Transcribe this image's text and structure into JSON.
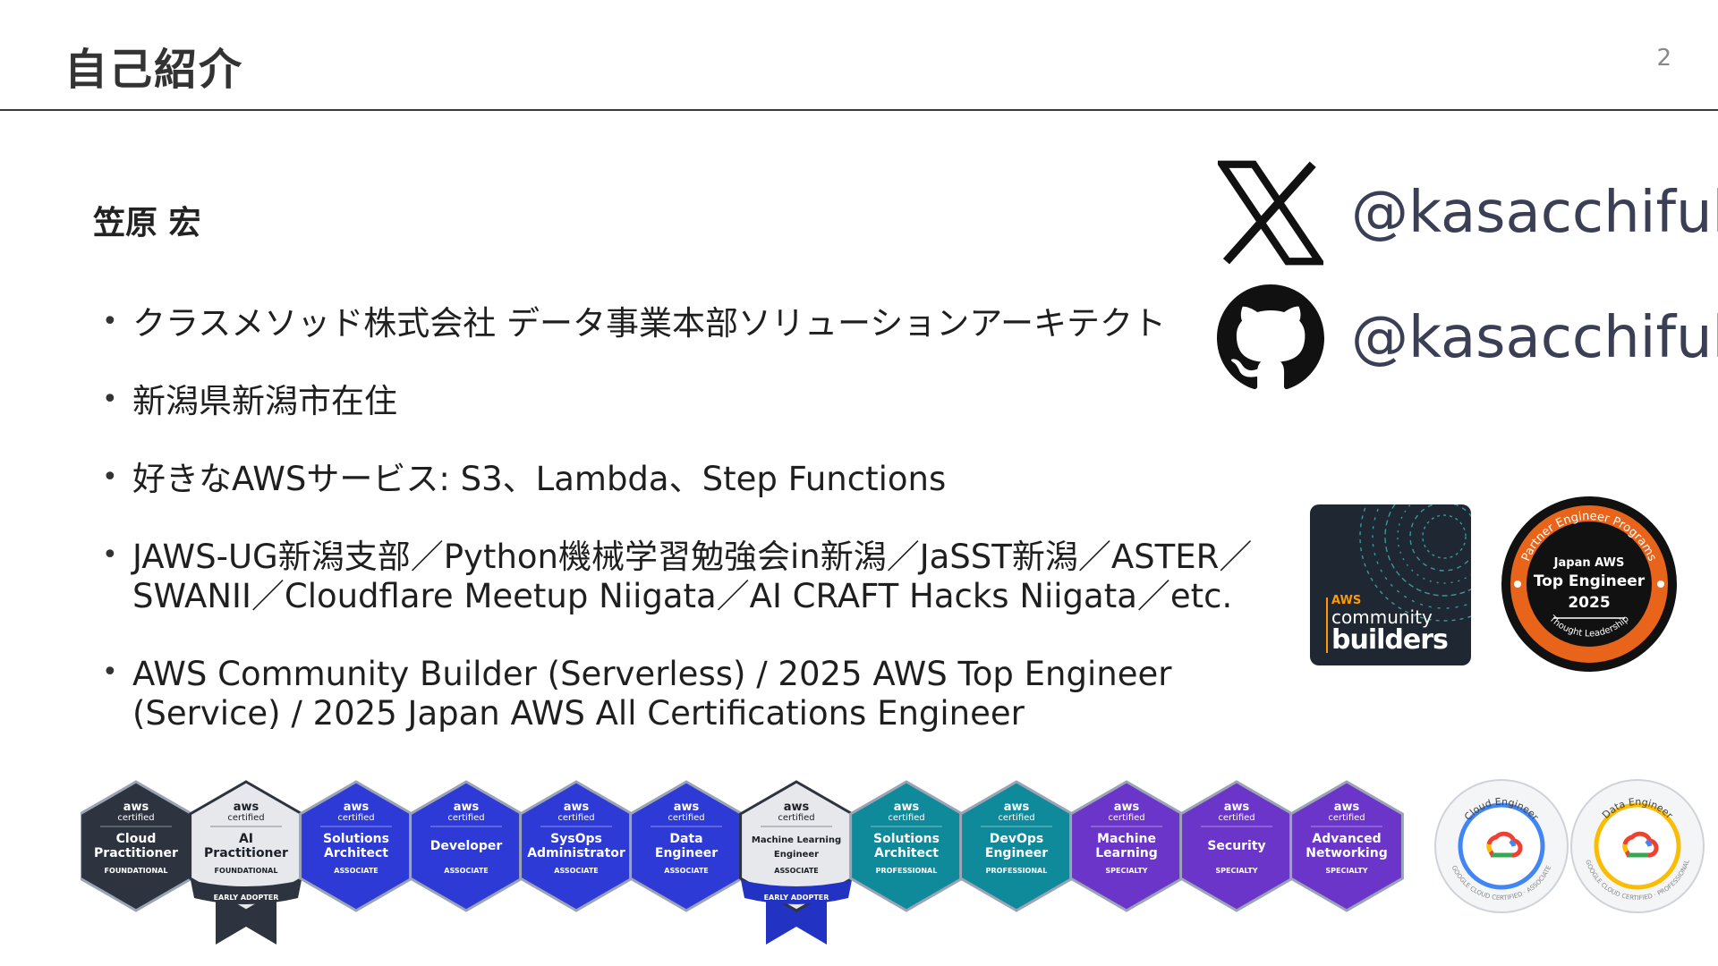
{
  "slide": {
    "title": "自己紹介",
    "page_number": "2"
  },
  "profile": {
    "name": "笠原 宏",
    "bullets": [
      "クラスメソッド株式会社 データ事業本部ソリューションアーキテクト",
      "新潟県新潟市在住",
      "好きなAWSサービス: S3、Lambda、Step Functions",
      "JAWS-UG新潟支部／Python機械学習勉強会in新潟／JaSST新潟／ASTER／SWANII／Cloudflare Meetup Niigata／AI CRAFT Hacks Niigata／etc.",
      "AWS Community Builder (Serverless) / 2025 AWS Top Engineer (Service) / 2025 Japan AWS All Certifications Engineer"
    ]
  },
  "social": {
    "x": {
      "icon": "x-logo-icon",
      "handle": "@kasacchiful"
    },
    "github": {
      "icon": "github-icon",
      "handle": "@kasacchiful"
    }
  },
  "community_builders_badge": {
    "aws": "AWS",
    "line1": "community",
    "line2": "builders"
  },
  "top_engineer_badge": {
    "ring_top": "Partner Engineer Programs",
    "line1": "Japan AWS",
    "line2": "Top Engineer",
    "line3": "2025",
    "ring_bottom": "Thought Leadership"
  },
  "aws_cert_badges": [
    {
      "logo": "aws",
      "certified": "certified",
      "name1": "Cloud",
      "name2": "Practitioner",
      "level": "FOUNDATIONAL",
      "color": "#2d3440",
      "ribbon": ""
    },
    {
      "logo": "aws",
      "certified": "certified",
      "name1": "AI",
      "name2": "Practitioner",
      "level": "FOUNDATIONAL",
      "color": "#e6e8eb",
      "ribbon": "EARLY ADOPTER"
    },
    {
      "logo": "aws",
      "certified": "certified",
      "name1": "Solutions",
      "name2": "Architect",
      "level": "ASSOCIATE",
      "color": "#2e3ad6",
      "ribbon": ""
    },
    {
      "logo": "aws",
      "certified": "certified",
      "name1": "Developer",
      "name2": "",
      "level": "ASSOCIATE",
      "color": "#2e3ad6",
      "ribbon": ""
    },
    {
      "logo": "aws",
      "certified": "certified",
      "name1": "SysOps",
      "name2": "Administrator",
      "level": "ASSOCIATE",
      "color": "#2e3ad6",
      "ribbon": ""
    },
    {
      "logo": "aws",
      "certified": "certified",
      "name1": "Data",
      "name2": "Engineer",
      "level": "ASSOCIATE",
      "color": "#2e3ad6",
      "ribbon": ""
    },
    {
      "logo": "aws",
      "certified": "certified",
      "name1": "Machine Learning",
      "name2": "Engineer",
      "level": "ASSOCIATE",
      "color": "#e6e8eb",
      "ribbon": "EARLY ADOPTER"
    },
    {
      "logo": "aws",
      "certified": "certified",
      "name1": "Solutions",
      "name2": "Architect",
      "level": "PROFESSIONAL",
      "color": "#0f8a9a",
      "ribbon": ""
    },
    {
      "logo": "aws",
      "certified": "certified",
      "name1": "DevOps",
      "name2": "Engineer",
      "level": "PROFESSIONAL",
      "color": "#0f8a9a",
      "ribbon": ""
    },
    {
      "logo": "aws",
      "certified": "certified",
      "name1": "Machine",
      "name2": "Learning",
      "level": "SPECIALTY",
      "color": "#6a35c8",
      "ribbon": ""
    },
    {
      "logo": "aws",
      "certified": "certified",
      "name1": "Security",
      "name2": "",
      "level": "SPECIALTY",
      "color": "#6a35c8",
      "ribbon": ""
    },
    {
      "logo": "aws",
      "certified": "certified",
      "name1": "Advanced",
      "name2": "Networking",
      "level": "SPECIALTY",
      "color": "#6a35c8",
      "ribbon": ""
    }
  ],
  "gcp_badges": [
    {
      "title": "Cloud Engineer",
      "ring": "GOOGLE CLOUD CERTIFIED · ASSOCIATE",
      "accent": "#4285f4"
    },
    {
      "title": "Data Engineer",
      "ring": "GOOGLE CLOUD CERTIFIED · PROFESSIONAL",
      "accent": "#fbbc04"
    }
  ]
}
